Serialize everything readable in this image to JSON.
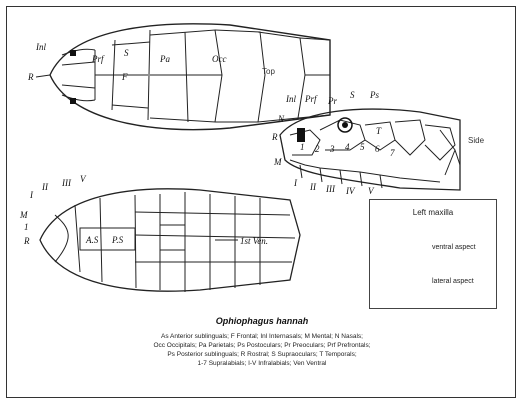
{
  "views": {
    "top": "Top",
    "side": "Side"
  },
  "labels": {
    "top": {
      "inl": "Inl",
      "prf": "Prf",
      "s": "S",
      "f": "F",
      "pa": "Pa",
      "occ": "Occ",
      "r": "R"
    },
    "side": {
      "inl": "Inl",
      "prf": "Prf",
      "pr": "Pr",
      "s": "S",
      "ps": "Ps",
      "n": "N",
      "r": "R",
      "m": "M",
      "t": "T",
      "n1": "1",
      "n2": "2",
      "n3": "3",
      "n4": "4",
      "n5": "5",
      "n6": "6",
      "n7": "7",
      "r1": "I",
      "r2": "II",
      "r3": "III",
      "r4": "IV",
      "r5": "V"
    },
    "ventral": {
      "m": "M",
      "s1": "1",
      "r": "R",
      "i": "I",
      "ii": "II",
      "iii": "III",
      "v": "V",
      "as": "A.S",
      "ps": "P.S",
      "ven": "1st Ven."
    }
  },
  "maxilla": {
    "title": "Left maxilla",
    "ventral": "ventral aspect",
    "lateral": "lateral aspect"
  },
  "caption": {
    "species": "Ophiophagus hannah",
    "lines": [
      "As Anterior sublinguals; F Frontal; Inl Internasals; M Mental; N Nasals;",
      "Occ Occipitals; Pa Parietals; Ps Postoculars; Pr Preoculars; Prf Prefrontals;",
      "Ps Posterior sublinguals; R Rostral; S Supraoculars; T Temporals;",
      "1-7 Supralabials; I-V Infralabials; Ven Ventral"
    ]
  }
}
